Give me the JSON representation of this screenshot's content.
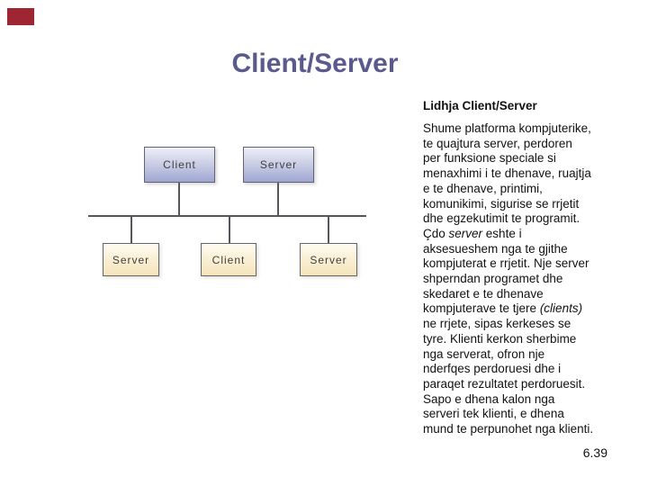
{
  "slide": {
    "title": "Client/Server",
    "page_number": "6.39"
  },
  "colors": {
    "title_text": "#5A5A8E",
    "accent_mark": "#9E2633",
    "connector_line": "#54585C",
    "top_node_fill_bottom": "#9FA6D2",
    "bottom_node_fill_bottom": "#F5E4BA"
  },
  "diagram": {
    "top_nodes": [
      {
        "label": "Client"
      },
      {
        "label": "Server"
      }
    ],
    "bottom_nodes": [
      {
        "label": "Server"
      },
      {
        "label": "Client"
      },
      {
        "label": "Server"
      }
    ]
  },
  "text_panel": {
    "heading": "Lidhja Client/Server",
    "body_lines": [
      "Shume platforma kompjuterike,",
      "te quajtura server, perdoren",
      "per funksione speciale si",
      "menaxhimi i te dhenave, ruajtja",
      "e te dhenave, printimi,",
      "komunikimi, sigurise se rrjetit",
      "dhe egzekutimit te programit.",
      "Çdo *server* eshte i",
      "aksesueshem nga te gjithe",
      "kompjuterat e rrjetit. Nje server",
      "shperndan programet dhe",
      "skedaret e te dhenave",
      "kompjuterave te tjere *(clients)*",
      "ne rrjete, sipas kerkeses se",
      "tyre. Klienti kerkon sherbime",
      "nga serverat, ofron nje",
      "nderfqes perdoruesi dhe i",
      "paraqet rezultatet perdoruesit.",
      "Sapo e dhena kalon nga",
      "serveri tek klienti, e dhena",
      "mund te perpunohet nga klienti."
    ]
  }
}
